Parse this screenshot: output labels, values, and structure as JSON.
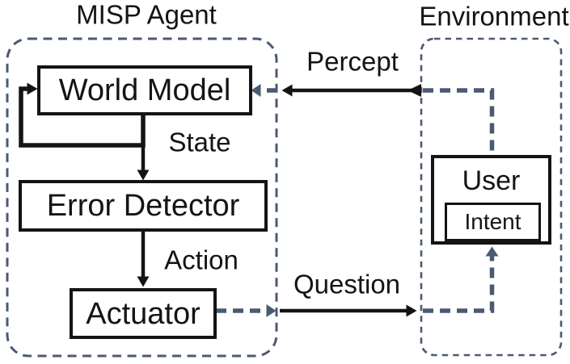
{
  "figure": {
    "type": "block-diagram",
    "agent_panel": {
      "title": "MISP Agent",
      "world_model": "World Model",
      "error_detector": "Error Detector",
      "actuator": "Actuator"
    },
    "environment_panel": {
      "title": "Environment",
      "user": "User",
      "intent": "Intent"
    },
    "edge_labels": {
      "percept": "Percept",
      "state": "State",
      "action": "Action",
      "question": "Question"
    },
    "edges": [
      {
        "from": "World Model",
        "to": "World Model",
        "label": "",
        "style": "solid-black-feedback-loop"
      },
      {
        "from": "World Model",
        "to": "Error Detector",
        "label": "State",
        "style": "solid-black-arrow"
      },
      {
        "from": "Error Detector",
        "to": "Actuator",
        "label": "Action",
        "style": "solid-black-arrow"
      },
      {
        "from": "Actuator",
        "to": "User",
        "label": "Question",
        "style": "dashed-slate + solid-black + dashed-slate"
      },
      {
        "from": "User",
        "to": "World Model",
        "label": "Percept",
        "style": "dashed-slate + solid-black + dashed-slate"
      }
    ]
  },
  "colors": {
    "black": "#141414",
    "slate": "#4b5a73",
    "background": "#ffffff"
  }
}
